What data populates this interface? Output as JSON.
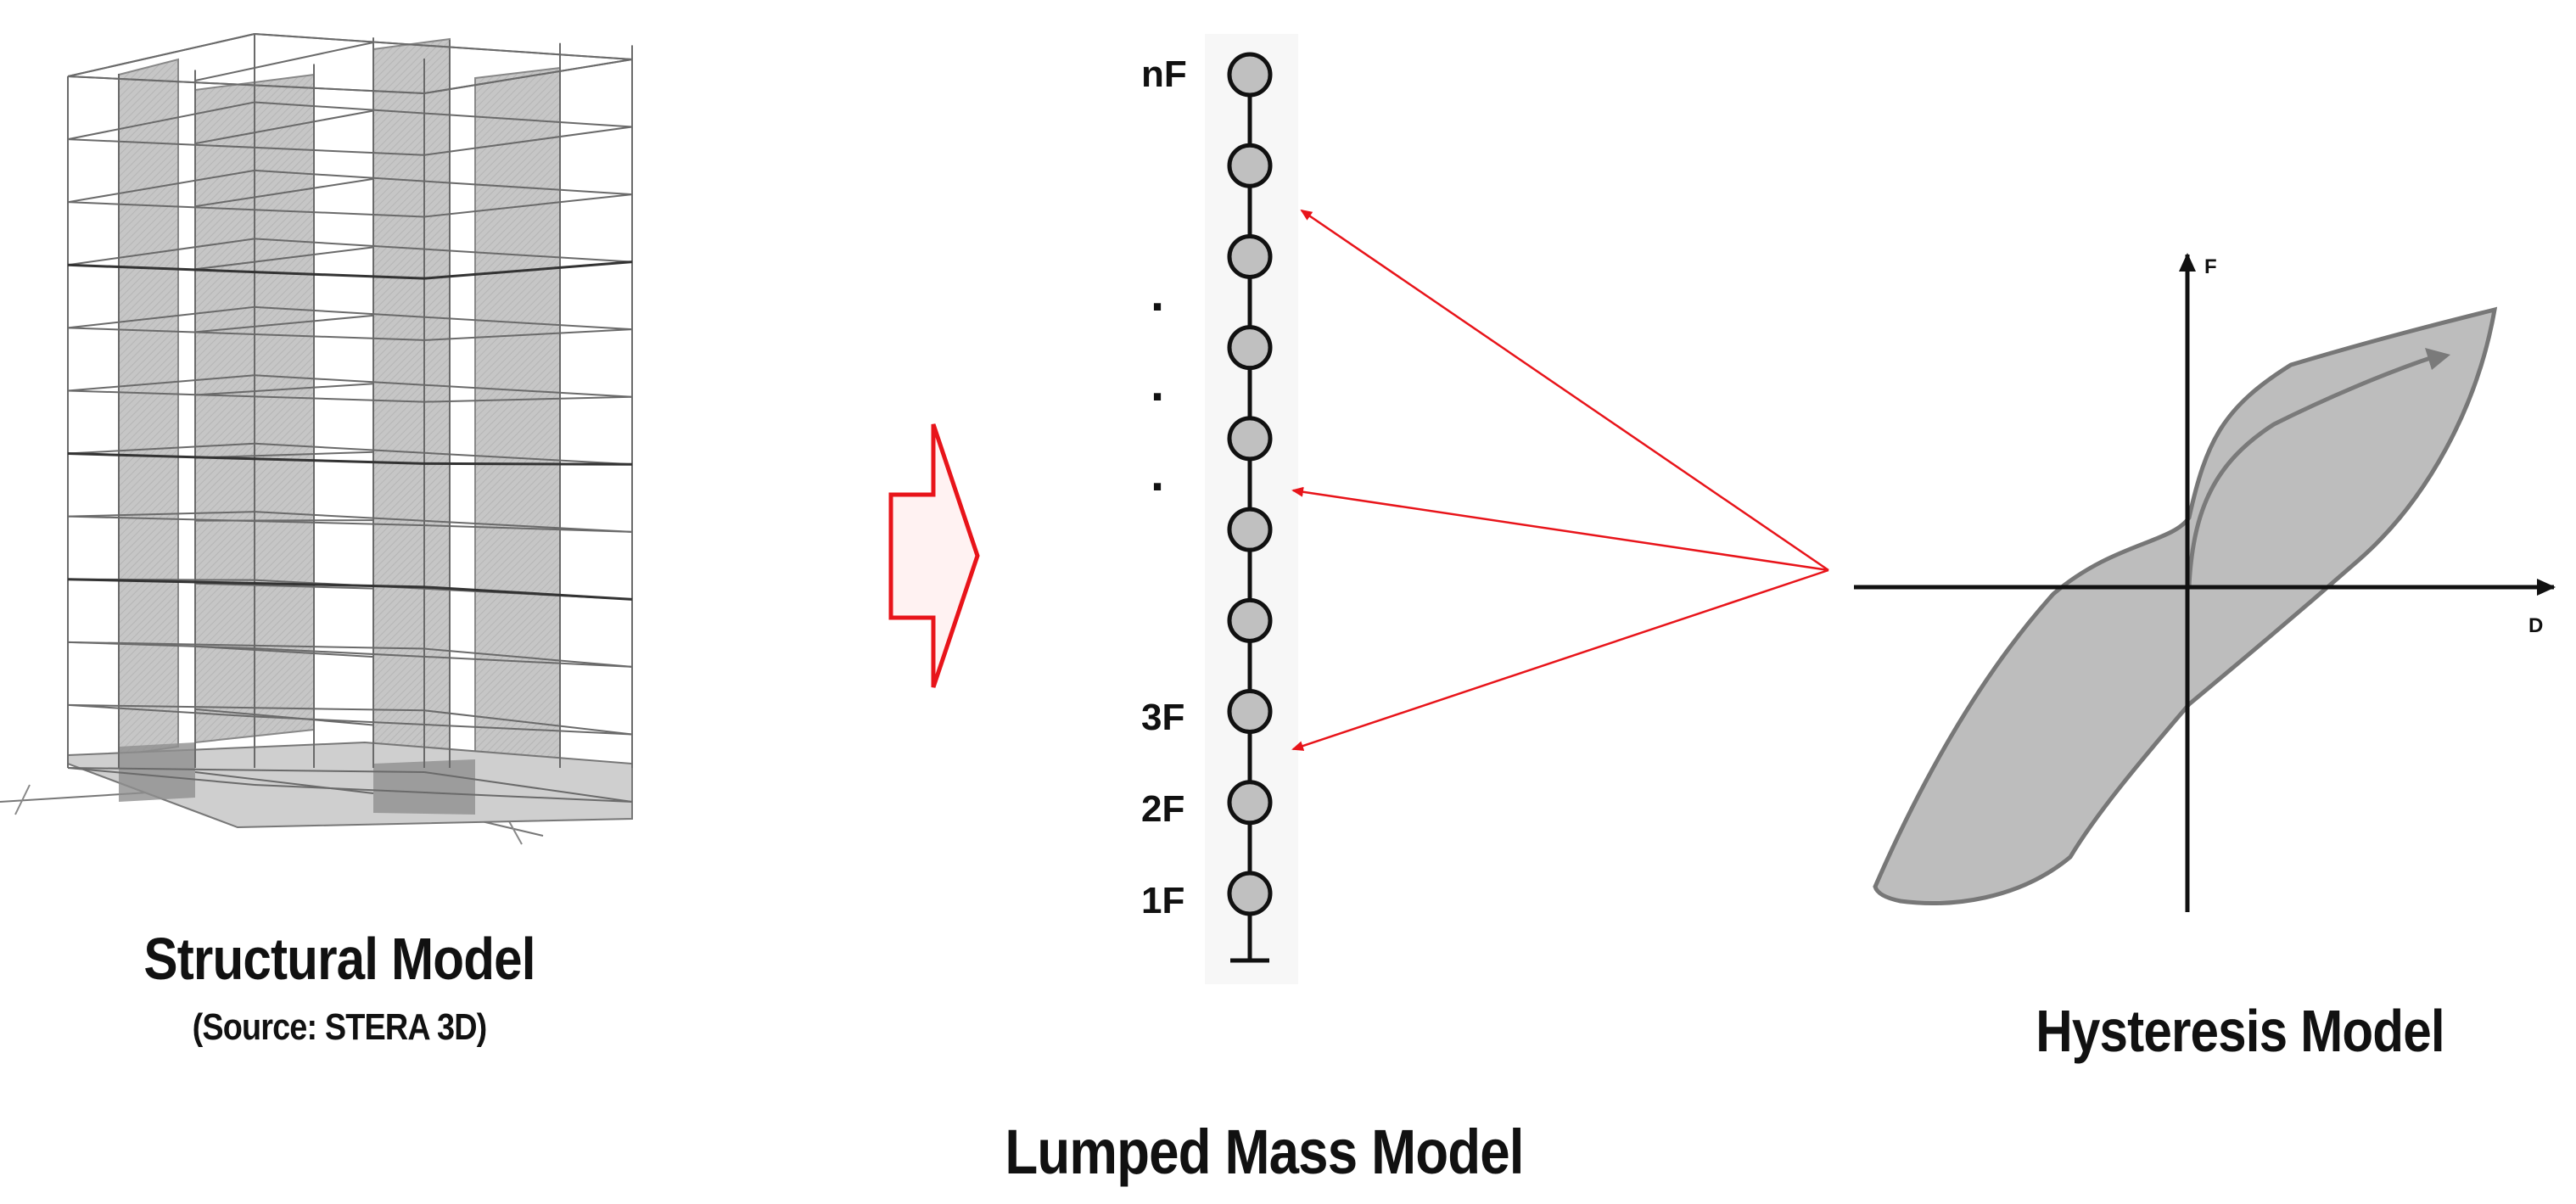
{
  "structural_model": {
    "title": "Structural Model",
    "source": "(Source: STERA 3D)"
  },
  "lumped_mass_model": {
    "title": "Lumped Mass Model",
    "floor_labels": [
      "nF",
      "3F",
      "2F",
      "1F"
    ],
    "ellipsis_dots": ".",
    "node_count": 10
  },
  "hysteresis_model": {
    "title": "Hysteresis Model",
    "x_axis_label": "D",
    "y_axis_label": "F"
  },
  "colors": {
    "arrow_red": "#e8141a",
    "block_fill": "#c4c4c4",
    "node_fill": "#c0c0c0",
    "loop_fill": "#bdbdbd",
    "loop_stroke": "#777777",
    "line_dark": "#111111"
  }
}
